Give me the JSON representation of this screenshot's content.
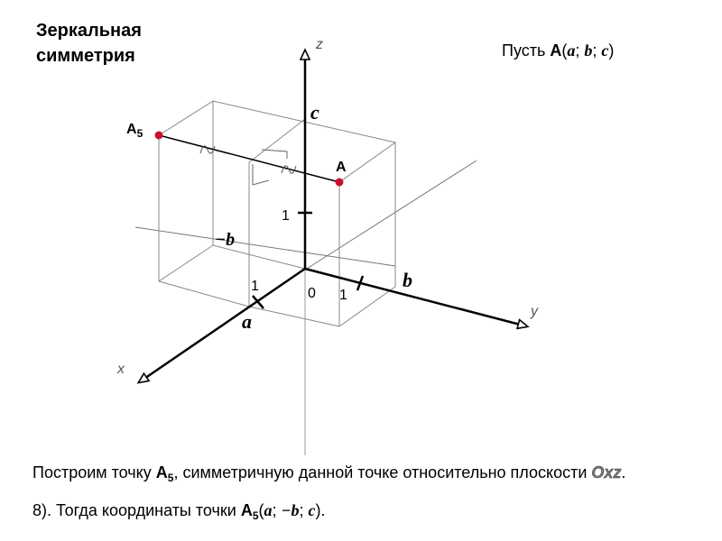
{
  "title": {
    "line1": "Зеркальная",
    "line2": "симметрия"
  },
  "given": {
    "prefix": "Пусть ",
    "point": "A",
    "open": "(",
    "a": "a",
    "sep1": "; ",
    "b": "b",
    "sep2": "; ",
    "c": "c",
    "close": ")"
  },
  "diagram": {
    "axis_x": "x",
    "axis_y": "y",
    "axis_z": "z",
    "origin": "0",
    "tick_x": "1",
    "tick_y": "1",
    "tick_z": "1",
    "label_a": "a",
    "label_b": "b",
    "label_c": "c",
    "label_neg_b": "−b",
    "point_A": "A",
    "point_A5_base": "A",
    "point_A5_sub": "5"
  },
  "text": {
    "line1_start": "Построим точку ",
    "line1_point": "A",
    "line1_sub": "5",
    "line1_mid": ", симметричную данной точке относительно плоскости ",
    "line1_plane": "Oxz",
    "line1_end": ".",
    "line2_start": "8). Тогда координаты точки ",
    "line2_point": "A",
    "line2_sub": "5",
    "line2_open": "(",
    "line2_a": "a",
    "line2_sep1": "; ",
    "line2_b": "−b",
    "line2_sep2": "; ",
    "line2_c": "c",
    "line2_close": ")."
  },
  "colors": {
    "point": "#c8102e",
    "box": "#888888",
    "axis": "#000000"
  }
}
